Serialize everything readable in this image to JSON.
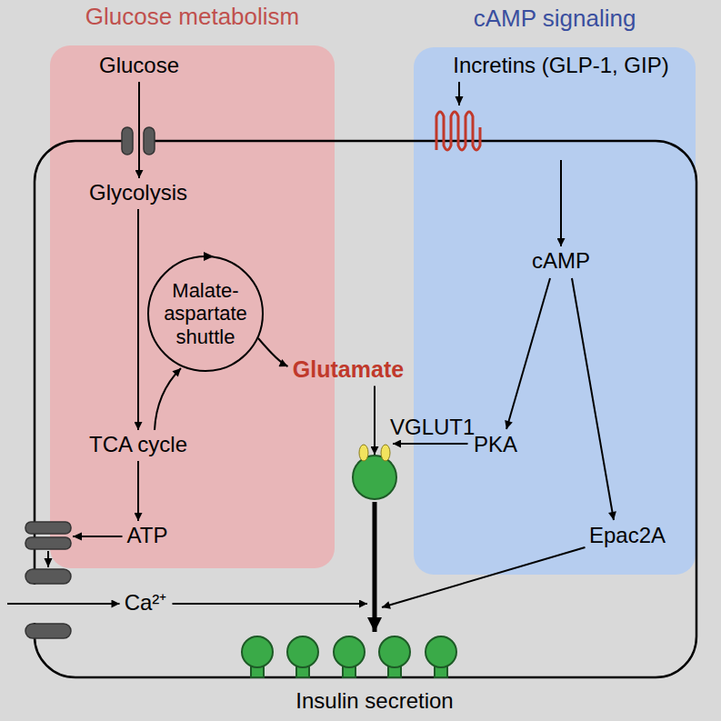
{
  "diagram": {
    "nodes": [
      {
        "text": [
          "Glucose metabolism"
        ]
      },
      {
        "text": [
          "cAMP signaling"
        ]
      },
      {
        "text": [
          "Glucose"
        ],
        "in": 0
      },
      {
        "text": [
          "Glycolysis"
        ],
        "in": 0
      },
      {
        "text": [
          "Malate-aspartate shuttle"
        ],
        "in": 0
      },
      {
        "text": [
          "TCA cycle"
        ],
        "in": 0
      },
      {
        "text": [
          "ATP"
        ],
        "in": 0
      },
      {
        "text": [
          "Glutamate"
        ]
      },
      {
        "text": [
          "Incretins (GLP-1, GIP)"
        ],
        "in": 1
      },
      {
        "text": [
          "cAMP"
        ],
        "in": 1
      },
      {
        "text": [
          "PKA"
        ],
        "in": 1
      },
      {
        "text": [
          "Epac2A"
        ],
        "in": 1
      },
      {
        "text": [
          "VGLUT1"
        ]
      },
      {
        "text": [
          "Ca²⁺"
        ]
      },
      {
        "text": [
          "Insulin secretion"
        ]
      }
    ],
    "edges": [
      {
        "from": 2,
        "to": 3,
        "arrow": "to"
      },
      {
        "from": 3,
        "to": 5,
        "arrow": "to"
      },
      {
        "from": 5,
        "to": 6,
        "arrow": "to"
      },
      {
        "from": 5,
        "to": 4,
        "arrow": "to"
      },
      {
        "from": 4,
        "to": 7,
        "arrow": "to"
      },
      {
        "from": 7,
        "to": 12,
        "arrow": "to"
      },
      {
        "from": 6,
        "to": 13,
        "arrow": "to"
      },
      {
        "from": 8,
        "to": 9,
        "arrow": "to"
      },
      {
        "from": 9,
        "to": 10,
        "arrow": "to"
      },
      {
        "from": 9,
        "to": 11,
        "arrow": "to"
      },
      {
        "from": 10,
        "to": 12,
        "arrow": "to"
      },
      {
        "from": 12,
        "to": 14,
        "arrow": "to"
      },
      {
        "from": 13,
        "to": 14,
        "arrow": "to"
      },
      {
        "from": 11,
        "to": 14,
        "arrow": "to"
      }
    ]
  }
}
